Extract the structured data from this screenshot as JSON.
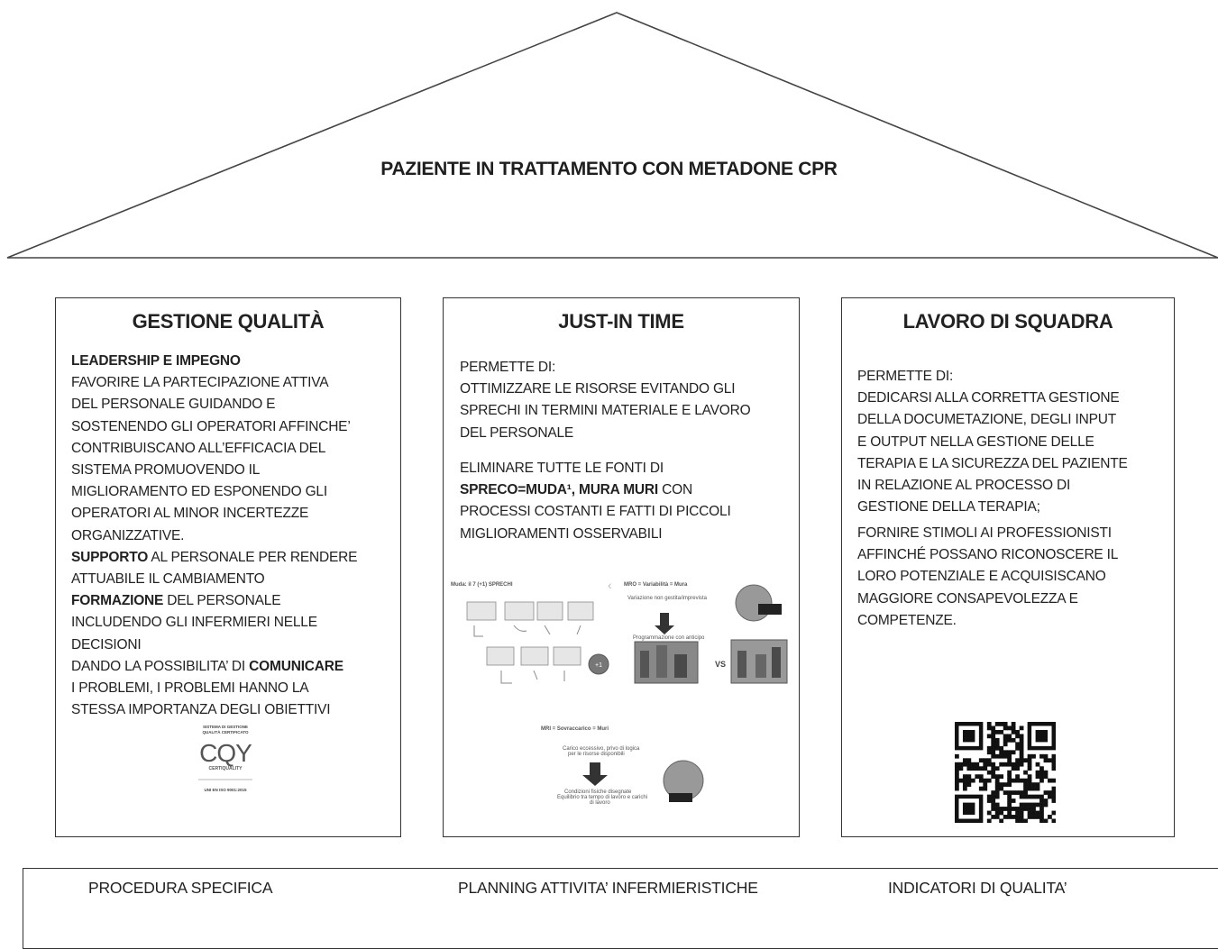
{
  "roof": {
    "title": "PAZIENTE IN TRATTAMENTO CON METADONE CPR"
  },
  "pillars": [
    {
      "title": "GESTIONE QUALITÀ",
      "lines": [
        {
          "bold": "LEADERSHIP E IMPEGNO",
          "text": ""
        },
        {
          "bold": "",
          "text": "FAVORIRE LA PARTECIPAZIONE ATTIVA"
        },
        {
          "bold": "",
          "text": "DEL PERSONALE GUIDANDO E"
        },
        {
          "bold": "",
          "text": "SOSTENENDO GLI OPERATORI AFFINCHE’"
        },
        {
          "bold": "",
          "text": "CONTRIBUISCANO ALL’EFFICACIA DEL"
        },
        {
          "bold": "",
          "text": "SISTEMA PROMUOVENDO IL"
        },
        {
          "bold": "",
          "text": "MIGLIORAMENTO ED ESPONENDO GLI"
        },
        {
          "bold": "",
          "text": "OPERATORI AL MINOR INCERTEZZE"
        },
        {
          "bold": "",
          "text": "ORGANIZZATIVE."
        },
        {
          "bold": "SUPPORTO",
          "text": " AL PERSONALE PER RENDERE"
        },
        {
          "bold": "",
          "text": "ATTUABILE IL CAMBIAMENTO"
        },
        {
          "bold": "FORMAZIONE",
          "text": " DEL PERSONALE"
        },
        {
          "bold": "",
          "text": "INCLUDENDO GLI INFERMIERI NELLE"
        },
        {
          "bold": "",
          "text": "DECISIONI"
        },
        {
          "bold": "",
          "text": "DANDO LA POSSIBILITA’ DI ",
          "bold_after": "COMUNICARE"
        },
        {
          "bold": "",
          "text": "I PROBLEMI, I PROBLEMI HANNO LA"
        },
        {
          "bold": "",
          "text": "STESSA IMPORTANZA DEGLI OBIETTIVI"
        }
      ],
      "logo": {
        "top": "SISTEMA DI GESTIONE QUALITÀ CERTIFICATO",
        "mark": "CQY",
        "name": "CERTIQUALITY",
        "norm": "UNI EN ISO 9001:2015"
      }
    },
    {
      "title": "JUST-IN TIME",
      "para1": [
        {
          "bold": "",
          "text": "PERMETTE DI:"
        },
        {
          "bold": "",
          "text": "OTTIMIZZARE LE RISORSE EVITANDO GLI"
        },
        {
          "bold": "",
          "text": "SPRECHI IN TERMINI MATERIALE E LAVORO"
        },
        {
          "bold": "",
          "text": "DEL PERSONALE"
        }
      ],
      "para2": [
        {
          "bold": "",
          "text": "ELIMINARE TUTTE LE FONTI DI"
        },
        {
          "bold": "SPRECO=MUDA¹, MURA MURI",
          "text": " CON"
        },
        {
          "bold": "",
          "text": "PROCESSI COSTANTI E FATTI DI PICCOLI"
        },
        {
          "bold": "",
          "text": "MIGLIORAMENTI OSSERVABILI"
        }
      ],
      "figure": {
        "muda": "Muda: il 7 (+1) SPRECHI",
        "mura": "MRO = Variabilità = Mura",
        "mura_sub": "Variazione non gestita/imprevista",
        "mura_plan": "Programmazione con anticipo",
        "vs": "VS",
        "plus_one": "+1",
        "muri": "MRI = Sovraccarico = Muri",
        "muri_sub1": "Carico eccessivo, privo di logica",
        "muri_sub2": "per le risorse disponibili",
        "muri_res1": "Condizioni fisiche disegnate",
        "muri_res2": "Equilibrio tra tempo di lavoro e carichi",
        "muri_res3": "di lavoro"
      }
    },
    {
      "title": "LAVORO DI SQUADRA",
      "para1": [
        {
          "bold": "",
          "text": "PERMETTE DI:"
        },
        {
          "bold": "",
          "text": "DEDICARSI ALLA CORRETTA GESTIONE"
        },
        {
          "bold": "",
          "text": "DELLA DOCUMETAZIONE, DEGLI INPUT"
        },
        {
          "bold": "",
          "text": "E OUTPUT NELLA GESTIONE DELLE"
        },
        {
          "bold": "",
          "text": "TERAPIA E LA SICUREZZA DEL PAZIENTE"
        },
        {
          "bold": "",
          "text": "IN RELAZIONE AL PROCESSO DI"
        },
        {
          "bold": "",
          "text": "GESTIONE DELLA TERAPIA;"
        }
      ],
      "para2": [
        {
          "bold": "",
          "text": "FORNIRE STIMOLI AI PROFESSIONISTI"
        },
        {
          "bold": "",
          "text": "AFFINCHÉ POSSANO RICONOSCERE IL"
        },
        {
          "bold": "",
          "text": "LORO POTENZIALE E ACQUISISCANO"
        },
        {
          "bold": "",
          "text": "MAGGIORE CONSAPEVOLEZZA E"
        },
        {
          "bold": "",
          "text": "COMPETENZE."
        }
      ],
      "icon": "qr-code-icon"
    }
  ],
  "foundation": {
    "items": [
      "PROCEDURA SPECIFICA",
      "PLANNING ATTIVITA’ INFERMIERISTICHE",
      "INDICATORI DI QUALITA’"
    ]
  }
}
